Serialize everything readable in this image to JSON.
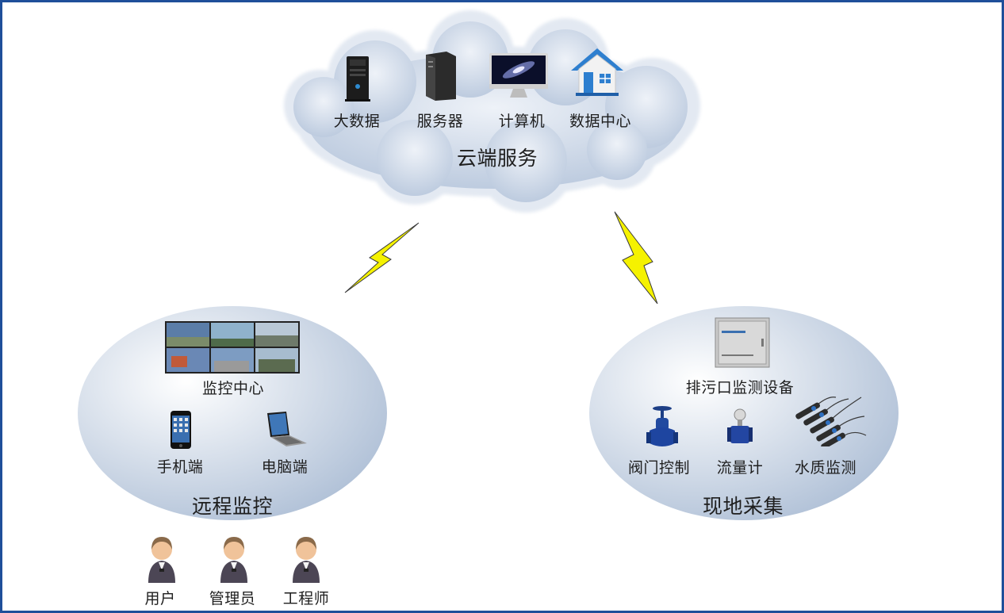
{
  "cloud": {
    "title": "云端服务",
    "items": [
      {
        "label": "大数据",
        "icon": "tower-pc-icon"
      },
      {
        "label": "服务器",
        "icon": "server-icon"
      },
      {
        "label": "计算机",
        "icon": "imac-computer-icon"
      },
      {
        "label": "数据中心",
        "icon": "house-icon"
      }
    ]
  },
  "remote": {
    "title": "远程监控",
    "center_label": "监控中心",
    "phone_label": "手机端",
    "pc_label": "电脑端"
  },
  "users": [
    {
      "label": "用户"
    },
    {
      "label": "管理员"
    },
    {
      "label": "工程师"
    }
  ],
  "field": {
    "title": "现地采集",
    "device_label": "排污口监测设备",
    "valve_label": "阀门控制",
    "flow_label": "流量计",
    "water_label": "水质监测"
  },
  "colors": {
    "border": "#1f4f9a",
    "bolt": "#f5f200",
    "cloud_fill": "#cdd9e8",
    "ellipse_fill": "#dfe6f0"
  }
}
